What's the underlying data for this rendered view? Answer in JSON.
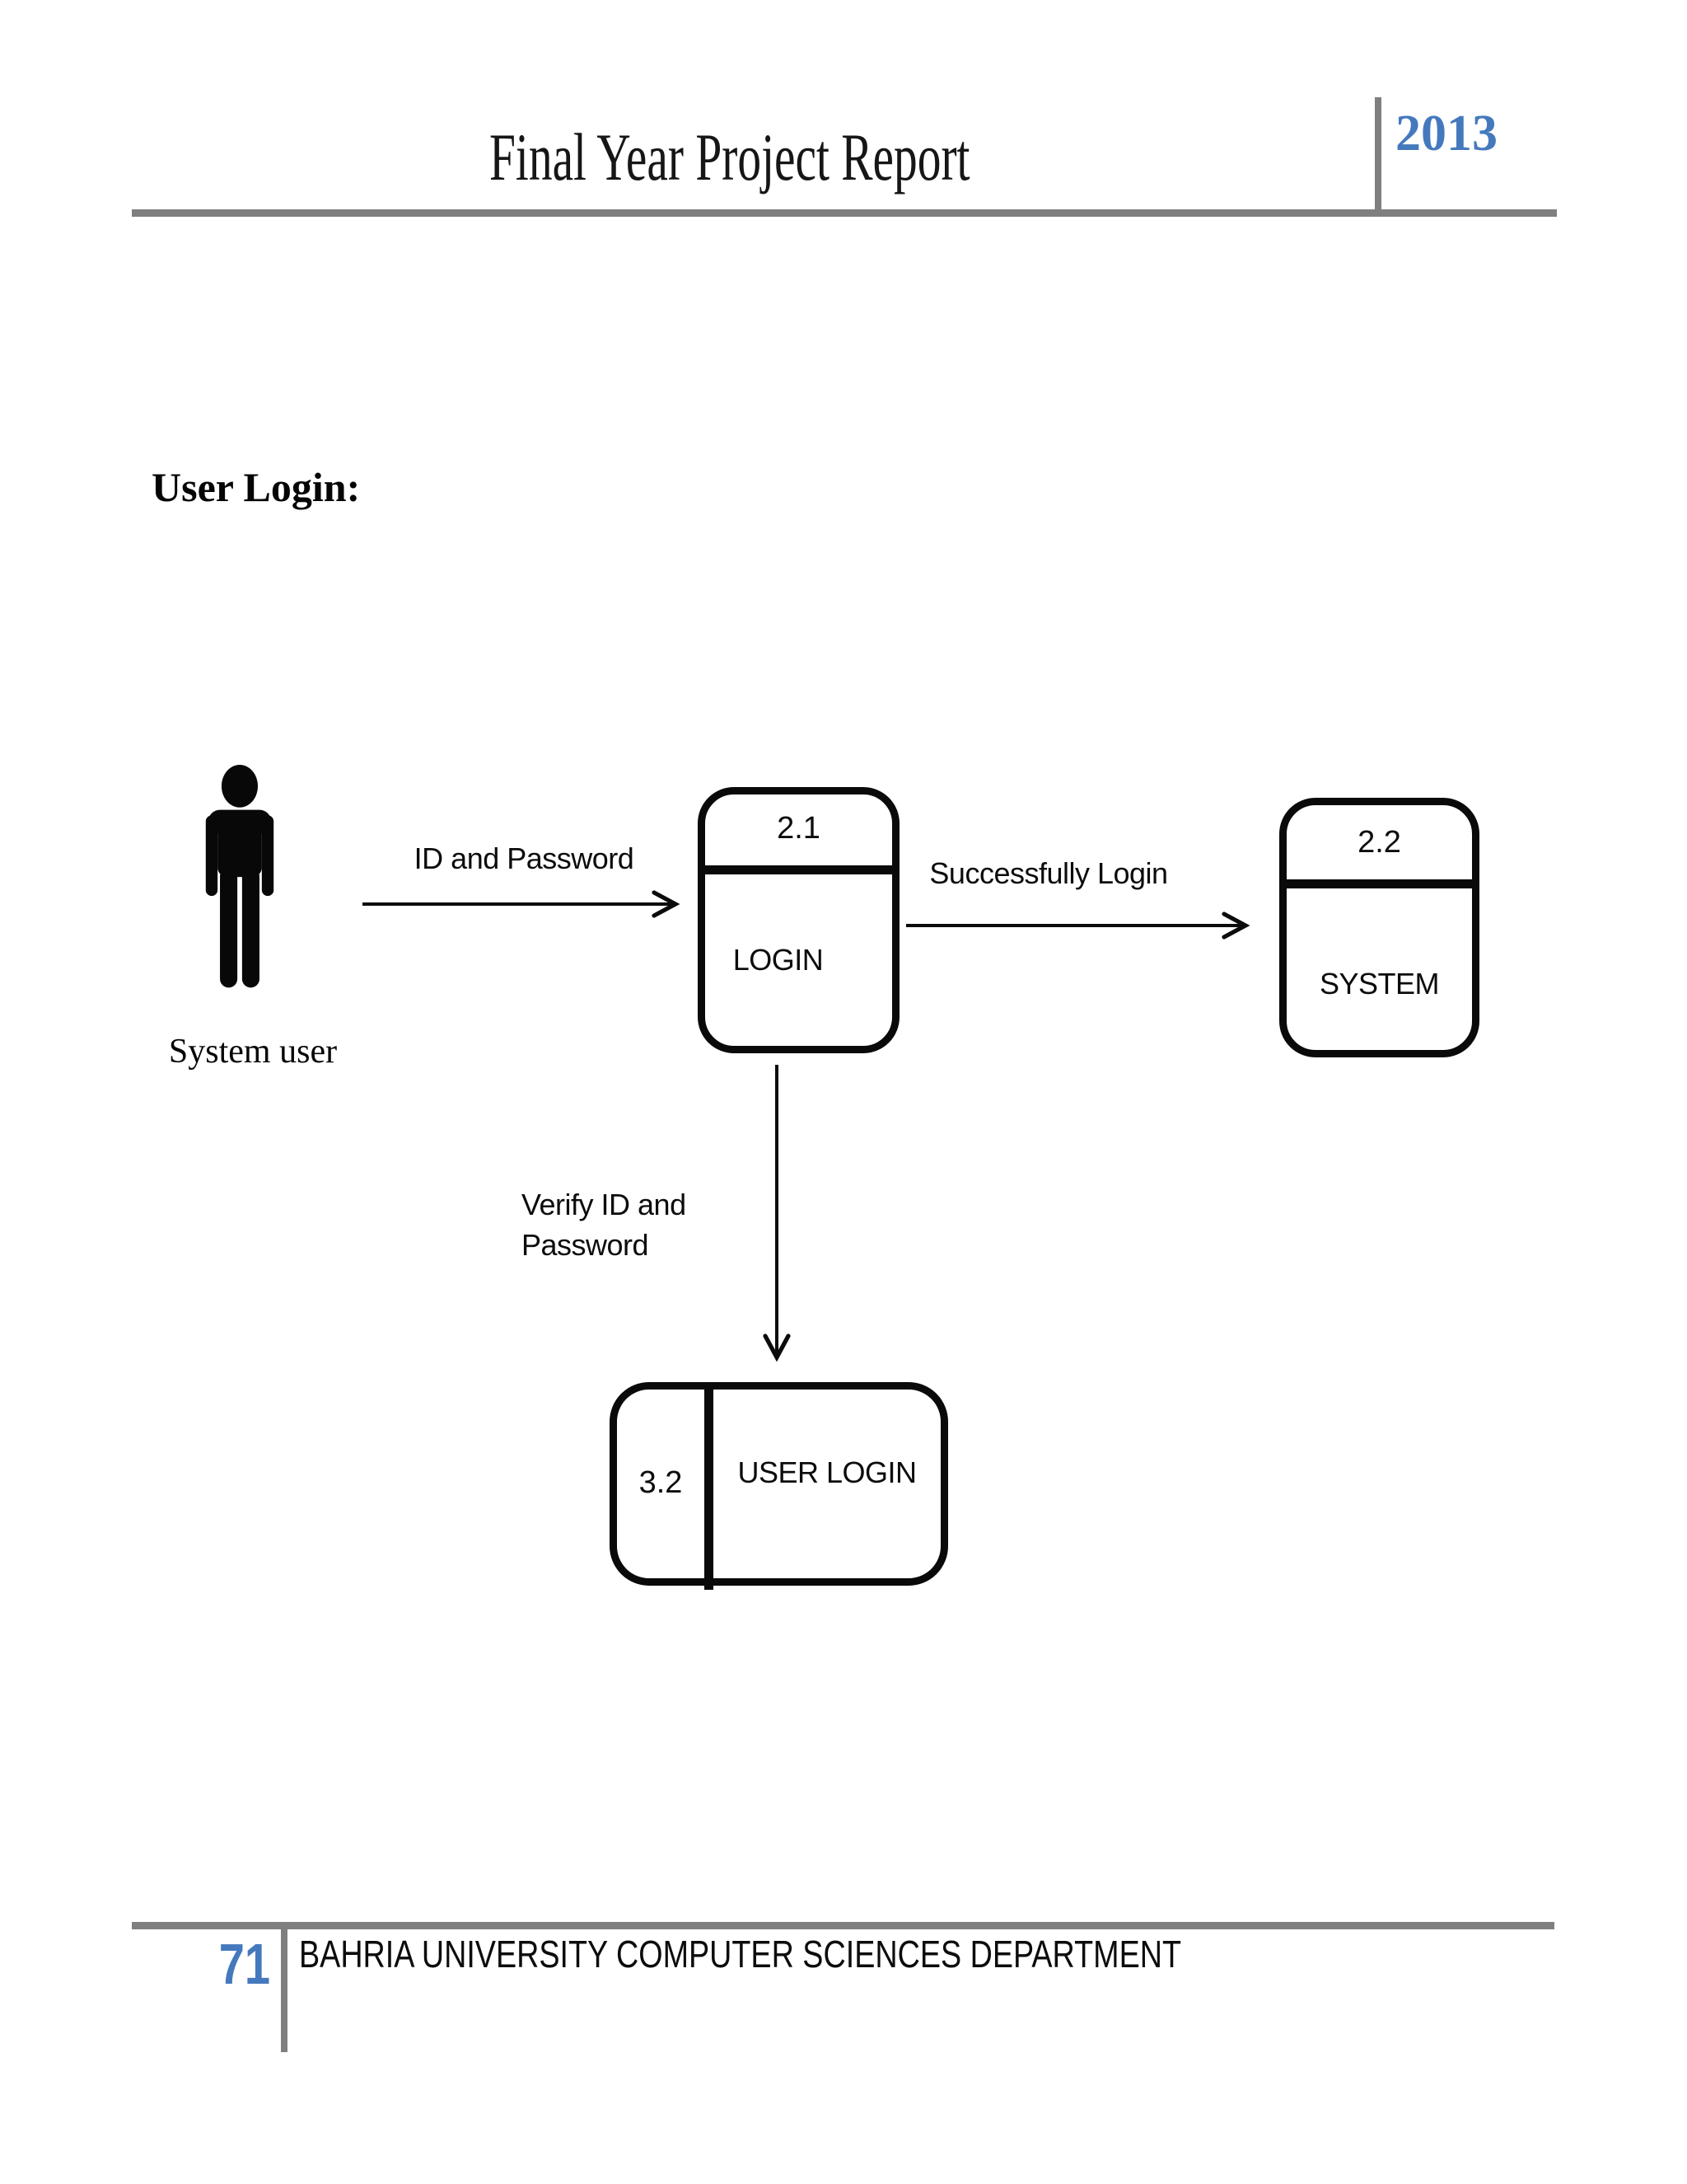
{
  "header": {
    "title": "Final Year Project Report",
    "year": "2013"
  },
  "section_heading": "User Login:",
  "diagram": {
    "actor_label": "System user",
    "processes": [
      {
        "id": "2.1",
        "name": "LOGIN"
      },
      {
        "id": "2.2",
        "name": "SYSTEM"
      },
      {
        "id": "3.2",
        "name": "USER LOGIN"
      }
    ],
    "flows": [
      {
        "label": "ID and Password",
        "from": "System user",
        "to": "2.1 LOGIN"
      },
      {
        "label": "Successfully Login",
        "from": "2.1 LOGIN",
        "to": "2.2 SYSTEM"
      },
      {
        "label_line1": "Verify ID and",
        "label_line2": "Password",
        "from": "2.1 LOGIN",
        "to": "3.2 USER LOGIN"
      }
    ]
  },
  "footer": {
    "page_number": "71",
    "department": "BAHRIA UNIVERSITY COMPUTER SCIENCES DEPARTMENT"
  },
  "colors": {
    "accent_blue": "#4579bd",
    "rule_gray": "#7f7f7f",
    "ink": "#0a0a0a"
  }
}
